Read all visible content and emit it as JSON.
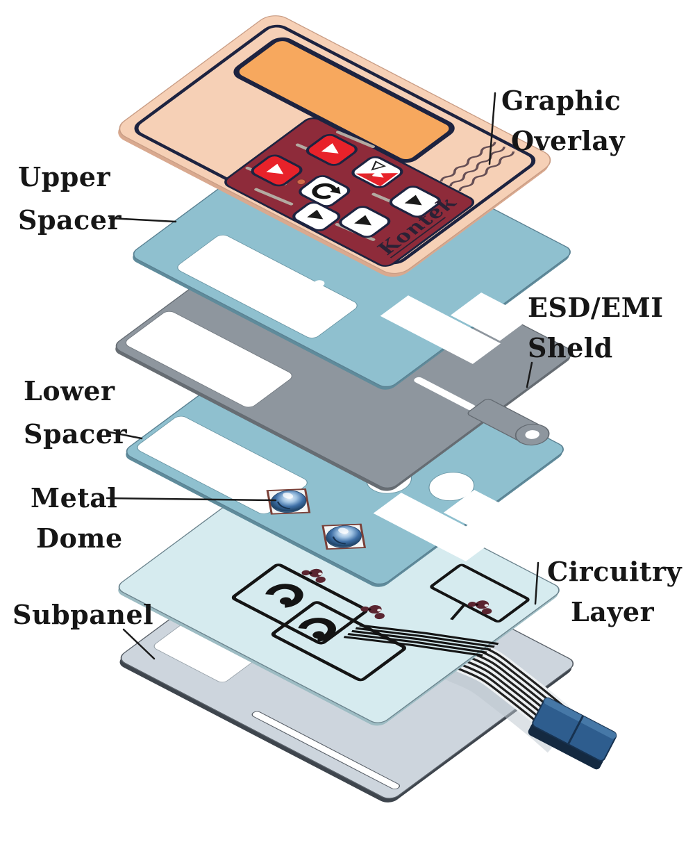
{
  "diagram_type": "exploded-view membrane switch diagram",
  "layers": [
    {
      "id": "graphic-overlay",
      "label_lines": [
        "Graphic",
        "Overlay"
      ]
    },
    {
      "id": "upper-spacer",
      "label_lines": [
        "Upper",
        "Spacer"
      ]
    },
    {
      "id": "esd-emi-shield",
      "label_lines": [
        "ESD/EMI",
        "Sheld"
      ]
    },
    {
      "id": "lower-spacer",
      "label_lines": [
        "Lower",
        "Spacer"
      ]
    },
    {
      "id": "metal-dome",
      "label_lines": [
        "Metal",
        "Dome"
      ]
    },
    {
      "id": "circuitry-layer",
      "label_lines": [
        "Circuitry",
        "Layer"
      ]
    },
    {
      "id": "subpanel",
      "label_lines": [
        "Subpanel"
      ]
    }
  ],
  "brand": "Kontek",
  "colors": {
    "overlay_face": "#f6d0b6",
    "overlay_window": "#f7a85e",
    "overlay_keypad": "#8e2b3a",
    "overlay_border": "#1d2340",
    "button_red": "#e8222a",
    "spacer_blue": "#8fc0cf",
    "shield_gray": "#8e969e",
    "circuit_face": "#d6ebef",
    "trace_black": "#141414",
    "subpanel_gray": "#cdd5dd",
    "connector_blue": "#2e5d8e",
    "label_black": "#161616"
  }
}
